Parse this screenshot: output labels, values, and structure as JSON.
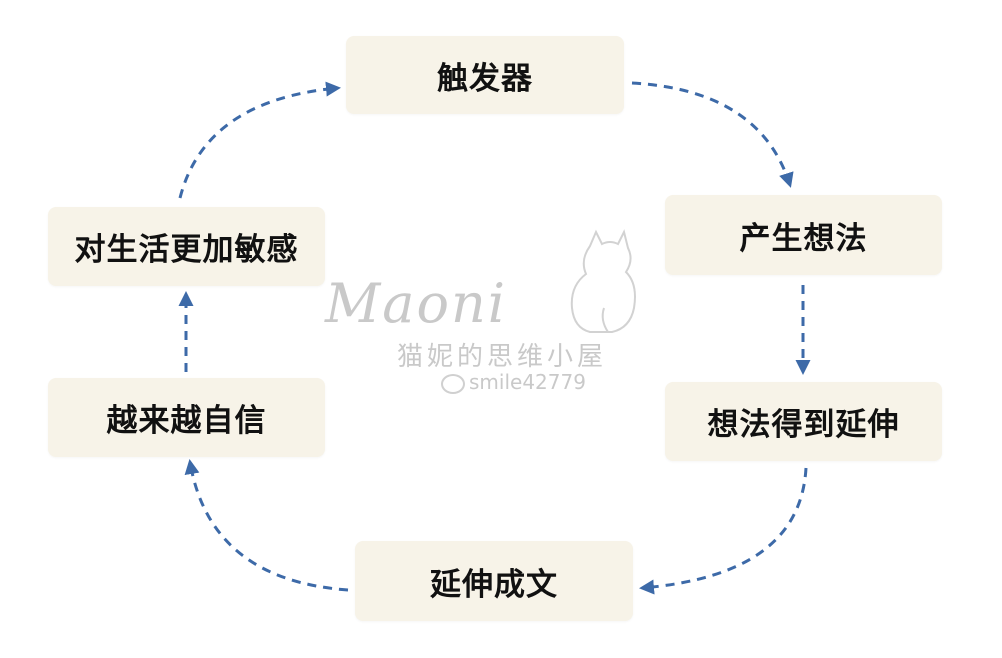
{
  "nodes": {
    "trigger": "触发器",
    "idea": "产生想法",
    "extend": "想法得到延伸",
    "write": "延伸成文",
    "confidence": "越来越自信",
    "sensitive": "对生活更加敏感"
  },
  "watermark": {
    "logo": "Maoni",
    "subtitle": "猫妮的思维小屋",
    "handle": "smile42779"
  },
  "colors": {
    "node_fill": "#f7f3e8",
    "arrow": "#3d6aa8",
    "text": "#111111",
    "watermark": "#c9c9c9"
  }
}
